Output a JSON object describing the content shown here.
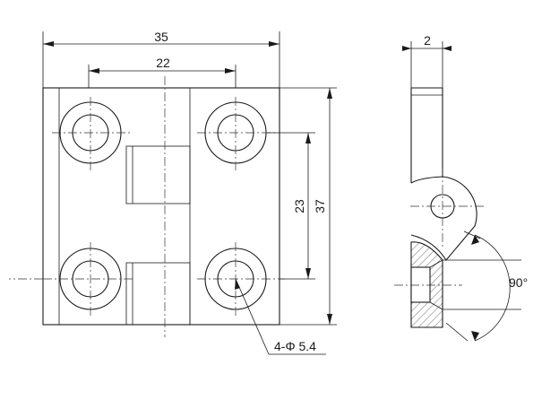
{
  "dimensions": {
    "overall_width": "35",
    "hole_spacing_horizontal": "22",
    "hole_spacing_vertical": "23",
    "overall_height": "37",
    "hole_callout": "4-Φ 5.4",
    "thickness": "2",
    "rotation_angle": "90°"
  },
  "colors": {
    "line": "#1a1a1a",
    "background": "#ffffff"
  }
}
